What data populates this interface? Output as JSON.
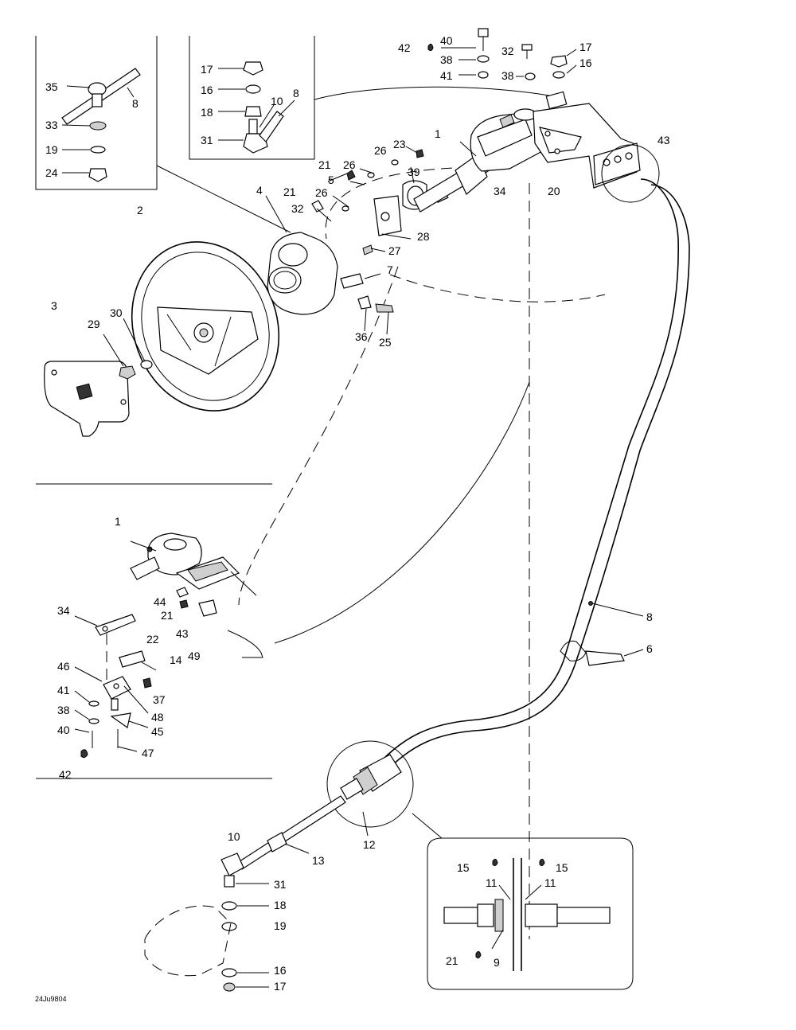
{
  "drawing_code": "24Ju9804",
  "callouts": [
    {
      "id": "c35",
      "text": "35"
    },
    {
      "id": "c8a",
      "text": "8"
    },
    {
      "id": "c33",
      "text": "33"
    },
    {
      "id": "c19a",
      "text": "19"
    },
    {
      "id": "c24",
      "text": "24"
    },
    {
      "id": "c17a",
      "text": "17"
    },
    {
      "id": "c16a",
      "text": "16"
    },
    {
      "id": "c18a",
      "text": "18"
    },
    {
      "id": "c10a",
      "text": "10"
    },
    {
      "id": "c8b",
      "text": "8"
    },
    {
      "id": "c31a",
      "text": "31"
    },
    {
      "id": "c42a",
      "text": "42"
    },
    {
      "id": "c40a",
      "text": "40"
    },
    {
      "id": "c38a",
      "text": "38"
    },
    {
      "id": "c41a",
      "text": "41"
    },
    {
      "id": "c32a",
      "text": "32"
    },
    {
      "id": "c38b",
      "text": "38"
    },
    {
      "id": "c17b",
      "text": "17"
    },
    {
      "id": "c16b",
      "text": "16"
    },
    {
      "id": "c1a",
      "text": "1"
    },
    {
      "id": "c43a",
      "text": "43"
    },
    {
      "id": "c23",
      "text": "23"
    },
    {
      "id": "c26a",
      "text": "26"
    },
    {
      "id": "c21a",
      "text": "21"
    },
    {
      "id": "c26b",
      "text": "26"
    },
    {
      "id": "c5",
      "text": "5"
    },
    {
      "id": "c39",
      "text": "39"
    },
    {
      "id": "c21b",
      "text": "21"
    },
    {
      "id": "c26c",
      "text": "26"
    },
    {
      "id": "c32b",
      "text": "32"
    },
    {
      "id": "c34a",
      "text": "34"
    },
    {
      "id": "c20",
      "text": "20"
    },
    {
      "id": "c4",
      "text": "4"
    },
    {
      "id": "c28",
      "text": "28"
    },
    {
      "id": "c27",
      "text": "27"
    },
    {
      "id": "c7",
      "text": "7"
    },
    {
      "id": "c2",
      "text": "2"
    },
    {
      "id": "c3",
      "text": "3"
    },
    {
      "id": "c29",
      "text": "29"
    },
    {
      "id": "c30",
      "text": "30"
    },
    {
      "id": "c36",
      "text": "36"
    },
    {
      "id": "c25",
      "text": "25"
    },
    {
      "id": "c1b",
      "text": "1"
    },
    {
      "id": "c34b",
      "text": "34"
    },
    {
      "id": "c44",
      "text": "44"
    },
    {
      "id": "c21c",
      "text": "21"
    },
    {
      "id": "c43b",
      "text": "43"
    },
    {
      "id": "c49",
      "text": "49"
    },
    {
      "id": "c22",
      "text": "22"
    },
    {
      "id": "c14",
      "text": "14"
    },
    {
      "id": "c46",
      "text": "46"
    },
    {
      "id": "c37",
      "text": "37"
    },
    {
      "id": "c41b",
      "text": "41"
    },
    {
      "id": "c48",
      "text": "48"
    },
    {
      "id": "c38c",
      "text": "38"
    },
    {
      "id": "c45",
      "text": "45"
    },
    {
      "id": "c40b",
      "text": "40"
    },
    {
      "id": "c47",
      "text": "47"
    },
    {
      "id": "c42b",
      "text": "42"
    },
    {
      "id": "c8c",
      "text": "8"
    },
    {
      "id": "c6",
      "text": "6"
    },
    {
      "id": "c12",
      "text": "12"
    },
    {
      "id": "c10b",
      "text": "10"
    },
    {
      "id": "c13",
      "text": "13"
    },
    {
      "id": "c31b",
      "text": "31"
    },
    {
      "id": "c18b",
      "text": "18"
    },
    {
      "id": "c19b",
      "text": "19"
    },
    {
      "id": "c16c",
      "text": "16"
    },
    {
      "id": "c17c",
      "text": "17"
    },
    {
      "id": "c15a",
      "text": "15"
    },
    {
      "id": "c15b",
      "text": "15"
    },
    {
      "id": "c11a",
      "text": "11"
    },
    {
      "id": "c11b",
      "text": "11"
    },
    {
      "id": "c21d",
      "text": "21"
    },
    {
      "id": "c9",
      "text": "9"
    }
  ]
}
